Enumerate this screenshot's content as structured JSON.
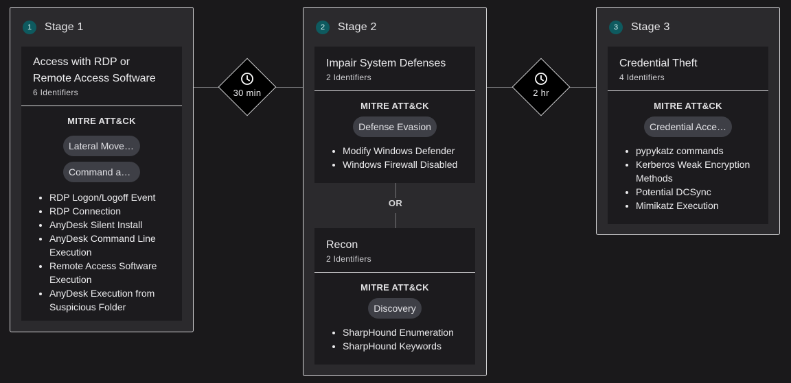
{
  "stages": [
    {
      "number": "1",
      "title": "Stage 1",
      "cards": [
        {
          "title_line1": "Access with RDP or",
          "title_line2": "Remote Access Software",
          "identifiers": "6 Identifiers",
          "mitre_label": "MITRE ATT&CK",
          "tactics": [
            "Lateral Movement",
            "Command and …"
          ],
          "items": [
            "RDP Logon/Logoff Event",
            "RDP Connection",
            "AnyDesk Silent Install",
            "AnyDesk Command Line Execution",
            "Remote Access Software Execution",
            "AnyDesk Execution from Suspicious Folder"
          ]
        }
      ]
    },
    {
      "number": "2",
      "title": "Stage 2",
      "or_label": "OR",
      "cards": [
        {
          "title": "Impair System Defenses",
          "identifiers": "2 Identifiers",
          "mitre_label": "MITRE ATT&CK",
          "tactics": [
            "Defense Evasion"
          ],
          "items": [
            "Modify Windows Defender",
            "Windows Firewall Disabled"
          ]
        },
        {
          "title": "Recon",
          "identifiers": "2 Identifiers",
          "mitre_label": "MITRE ATT&CK",
          "tactics": [
            "Discovery"
          ],
          "items": [
            "SharpHound Enumeration",
            "SharpHound Keywords"
          ]
        }
      ]
    },
    {
      "number": "3",
      "title": "Stage 3",
      "cards": [
        {
          "title": "Credential Theft",
          "identifiers": "4 Identifiers",
          "mitre_label": "MITRE ATT&CK",
          "tactics": [
            "Credential Acce…"
          ],
          "items": [
            "pypykatz commands",
            "Kerberos Weak Encryption Methods",
            "Potential DCSync",
            "Mimikatz Execution"
          ]
        }
      ]
    }
  ],
  "transitions": [
    {
      "icon": "clock-icon",
      "label": "30 min"
    },
    {
      "icon": "clock-icon",
      "label": "2 hr"
    }
  ],
  "colors": {
    "background": "#1a191b",
    "stage_panel": "#2b2a2d",
    "card": "#1c1b1e",
    "stage_badge": "#0e5a5f",
    "pill": "#3e3f46",
    "diamond": "#000000"
  }
}
